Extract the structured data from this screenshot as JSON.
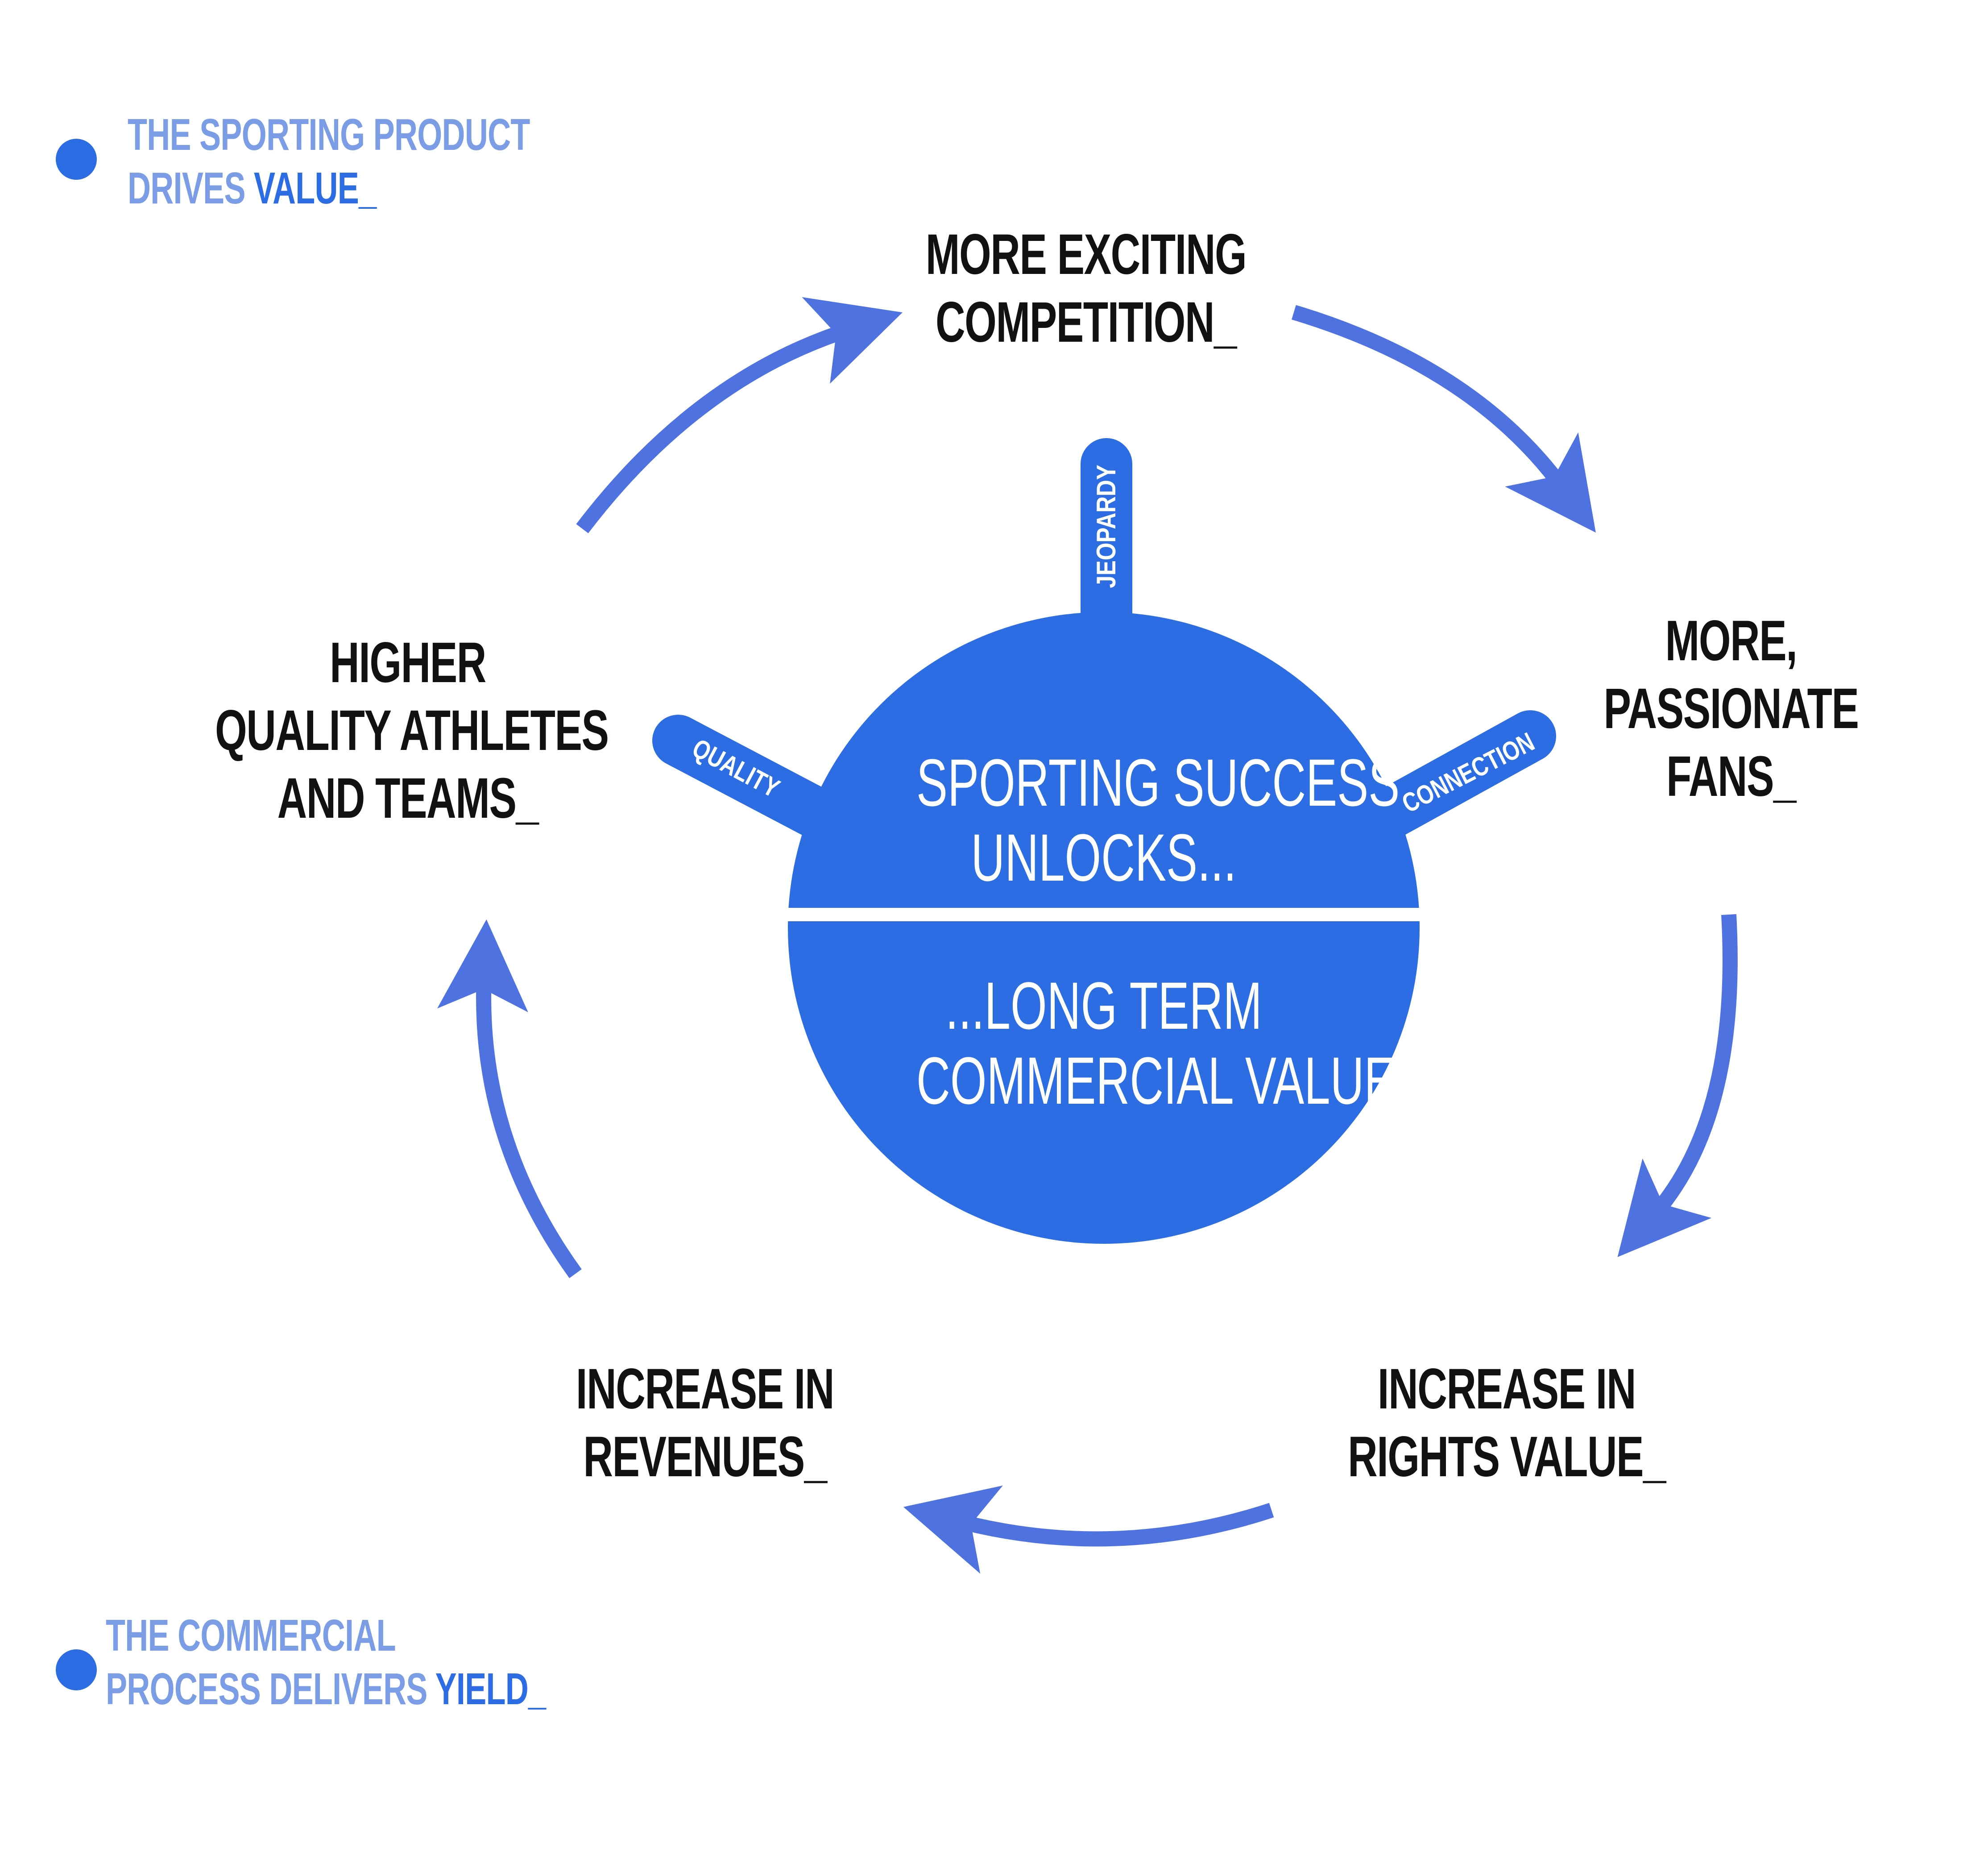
{
  "colors": {
    "accent": "#2c6de3",
    "arrow": "#4e72e0",
    "legend_text": "#7b9de6",
    "node_text": "#111111",
    "white": "#ffffff"
  },
  "legend": {
    "top": {
      "line1": "THE SPORTING PRODUCT",
      "line2_prefix": "DRIVES ",
      "line2_highlight": "VALUE_"
    },
    "bottom": {
      "line1": "THE COMMERCIAL",
      "line2_prefix": "PROCESS DELIVERS ",
      "line2_highlight": "YIELD_"
    }
  },
  "center": {
    "upper": [
      "SPORTING SUCCESS",
      "UNLOCKS..."
    ],
    "lower": [
      "...LONG TERM",
      "COMMERCIAL VALUE"
    ],
    "spokes": {
      "top": "JEOPARDY",
      "left": "QUALITY",
      "right": "CONNECTION"
    }
  },
  "cycle_nodes": {
    "top": [
      "MORE EXCITING",
      "COMPETITION_"
    ],
    "right": [
      "MORE,",
      "PASSIONATE",
      "FANS_"
    ],
    "bottom_right": [
      "INCREASE IN",
      "RIGHTS VALUE_"
    ],
    "bottom_left": [
      "INCREASE IN",
      "REVENUES_"
    ],
    "left": [
      "HIGHER",
      "QUALITY ATHLETES",
      "AND TEAMS_"
    ]
  }
}
